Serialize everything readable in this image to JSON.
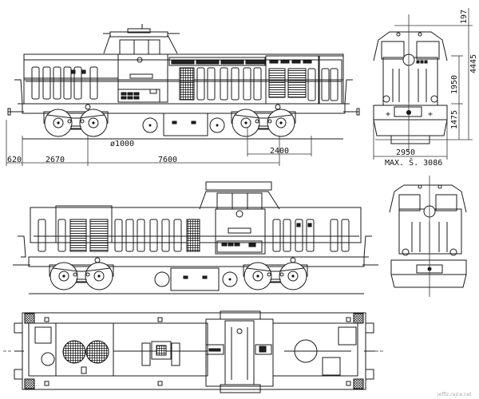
{
  "drawing": {
    "subject": "Diesel locomotive — technical drawing (side, front, top views)",
    "views": [
      "side-view-left",
      "front-view",
      "side-view-right",
      "end-view",
      "top-view"
    ]
  },
  "dimensions": {
    "buffer_overhang": "620",
    "bogie_pivot_offset": "2670",
    "bogie_centers": "7600",
    "bogie_wheelbase": "2400",
    "wheel_diameter": "ø1000",
    "roof_extra_height": "197",
    "total_height": "4445",
    "upper_body_height": "1950",
    "lower_height": "1475",
    "body_width": "2950",
    "max_width": "MAX. Š. 3086"
  },
  "watermark": "jeffiz.rajce.net"
}
